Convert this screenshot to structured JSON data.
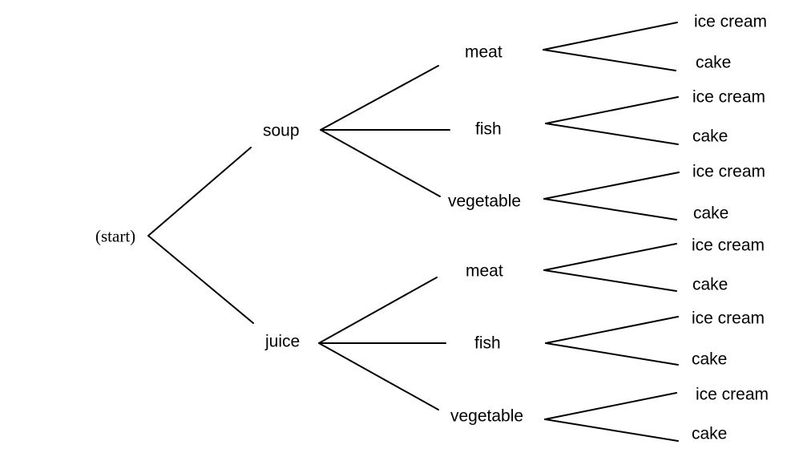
{
  "tree": {
    "root": {
      "label": "(start)"
    },
    "level1": [
      {
        "label": "soup"
      },
      {
        "label": "juice"
      }
    ],
    "level2": [
      {
        "label": "meat"
      },
      {
        "label": "fish"
      },
      {
        "label": "vegetable"
      },
      {
        "label": "meat"
      },
      {
        "label": "fish"
      },
      {
        "label": "vegetable"
      }
    ],
    "level3": [
      {
        "label": "ice cream"
      },
      {
        "label": "cake"
      },
      {
        "label": "ice cream"
      },
      {
        "label": "cake"
      },
      {
        "label": "ice cream"
      },
      {
        "label": "cake"
      },
      {
        "label": "ice cream"
      },
      {
        "label": "cake"
      },
      {
        "label": "ice cream"
      },
      {
        "label": "cake"
      },
      {
        "label": "ice cream"
      },
      {
        "label": "cake"
      }
    ]
  }
}
